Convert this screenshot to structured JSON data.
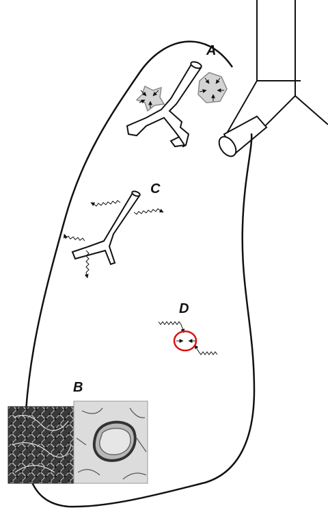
{
  "diagram": {
    "labels": {
      "a": "A",
      "b": "B",
      "c": "C",
      "d": "D"
    },
    "colors": {
      "outline": "#111111",
      "highlight": "#e01010",
      "alveolus_fill": "#d4d4d4",
      "micrograph_dark": "#2b2b2b",
      "micrograph_light": "#d8d8d8"
    },
    "icons": {
      "collapse_arrows": "inward-arrows-icon",
      "diffusion": "wavy-arrow-icon"
    }
  }
}
